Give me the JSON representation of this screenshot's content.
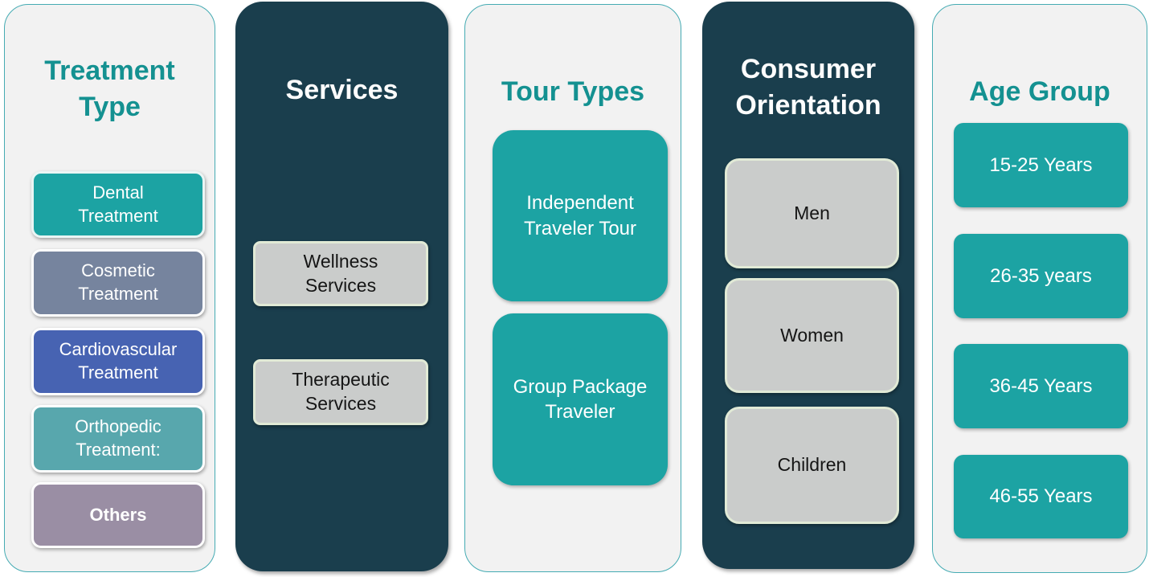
{
  "colors": {
    "background": "#FFFFFF",
    "light_panel": "#F2F2F2",
    "light_panel_border": "#45ABB3",
    "dark_panel": "#1A3E4D",
    "title_teal": "#149191",
    "title_white": "#FDFDFD",
    "teal_box": "#1CA3A3",
    "gray_box": "#CACCCB",
    "gray_box_border": "#E1EAD6",
    "cosmetic_box": "#76849E",
    "cardiovascular_box": "#4763B2",
    "orthopedic_box": "#58A7AD",
    "others_box": "#9A8EA4",
    "white_text": "#FFFFFF",
    "black_text": "#151515"
  },
  "columns": [
    {
      "title": [
        "Treatment",
        "Type"
      ],
      "title_text": "Treatment Type",
      "items": [
        {
          "lines": [
            "Dental",
            "Treatment"
          ]
        },
        {
          "lines": [
            "Cosmetic",
            "Treatment"
          ]
        },
        {
          "lines": [
            "Cardiovascular",
            "Treatment"
          ]
        },
        {
          "lines": [
            "Orthopedic",
            "Treatment:"
          ]
        },
        {
          "lines": [
            "Others"
          ]
        }
      ]
    },
    {
      "title": [
        "Services"
      ],
      "title_text": "Services",
      "items": [
        {
          "lines": [
            "Wellness",
            "Services"
          ]
        },
        {
          "lines": [
            "Therapeutic",
            "Services"
          ]
        }
      ]
    },
    {
      "title": [
        "Tour Types"
      ],
      "title_text": "Tour Types",
      "items": [
        {
          "lines": [
            "Independent",
            "Traveler Tour"
          ]
        },
        {
          "lines": [
            "Group Package",
            "Traveler"
          ]
        }
      ]
    },
    {
      "title": [
        "Consumer",
        "Orientation"
      ],
      "title_text": "Consumer Orientation",
      "items": [
        {
          "lines": [
            "Men"
          ]
        },
        {
          "lines": [
            "Women"
          ]
        },
        {
          "lines": [
            "Children"
          ]
        }
      ]
    },
    {
      "title": [
        "Age Group"
      ],
      "title_text": "Age Group",
      "items": [
        {
          "lines": [
            "15-25 Years"
          ]
        },
        {
          "lines": [
            "26-35 years"
          ]
        },
        {
          "lines": [
            "36-45 Years"
          ]
        },
        {
          "lines": [
            "46-55 Years"
          ]
        }
      ]
    }
  ]
}
